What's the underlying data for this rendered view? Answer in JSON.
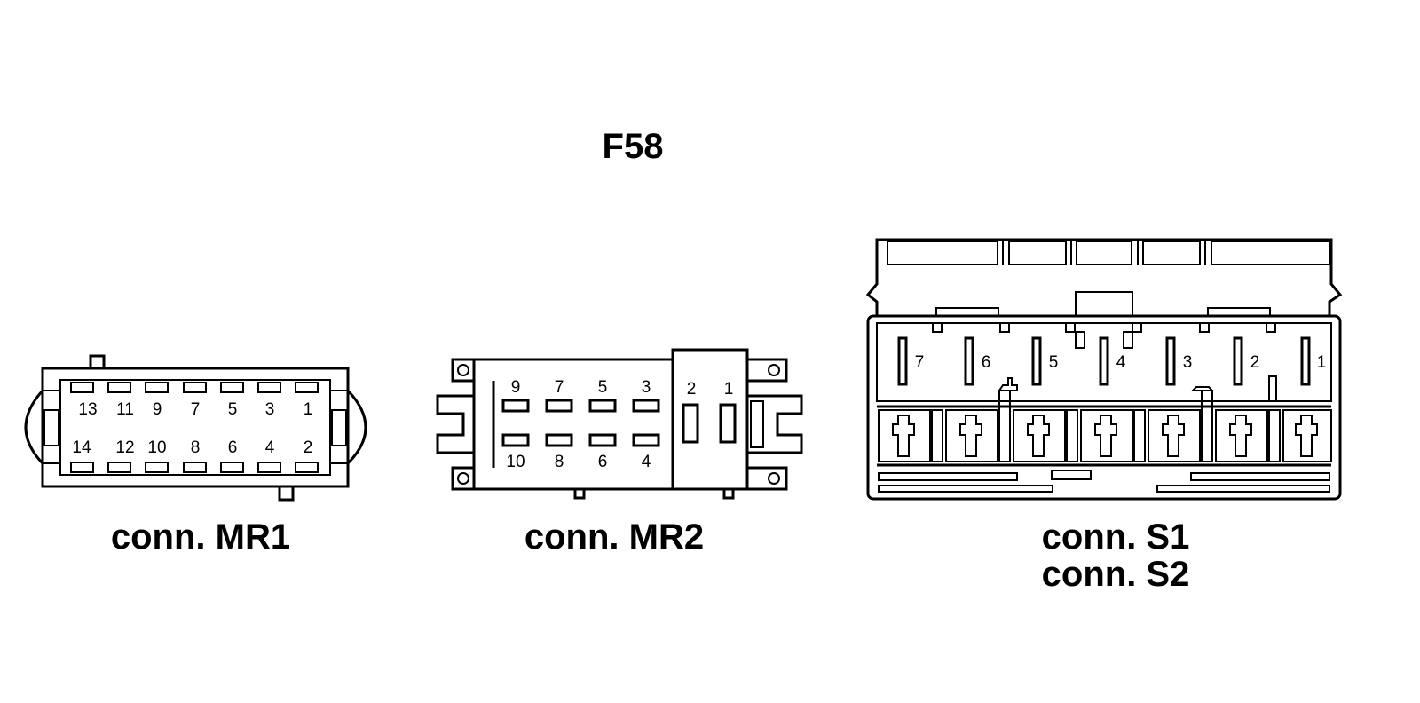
{
  "diagram": {
    "title": "F58",
    "connectors": {
      "mr1": {
        "label": "conn. MR1",
        "top_pins": [
          "13",
          "11",
          "9",
          "7",
          "5",
          "3",
          "1"
        ],
        "bottom_pins": [
          "14",
          "12",
          "10",
          "8",
          "6",
          "4",
          "2"
        ]
      },
      "mr2": {
        "label": "conn. MR2",
        "top_pins": [
          "9",
          "7",
          "5",
          "3"
        ],
        "bottom_pins": [
          "10",
          "8",
          "6",
          "4"
        ],
        "side_pins": [
          "2",
          "1"
        ]
      },
      "s": {
        "label_1": "conn. S1",
        "label_2": "conn. S2",
        "pins": [
          "7",
          "6",
          "5",
          "4",
          "3",
          "2",
          "1"
        ]
      }
    }
  }
}
